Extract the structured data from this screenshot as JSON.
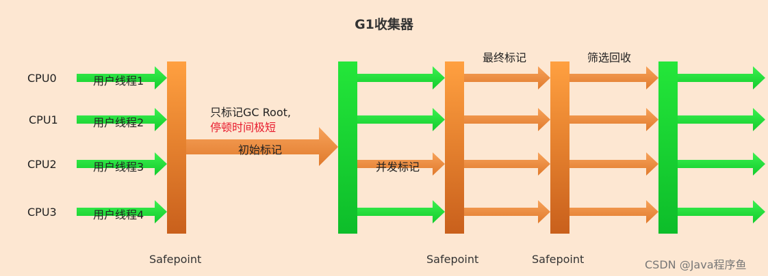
{
  "title": "G1收集器",
  "cpus": [
    "CPU0",
    "CPU1",
    "CPU2",
    "CPU3"
  ],
  "user_threads": [
    "用户线程1",
    "用户线程2",
    "用户线程3",
    "用户线程4"
  ],
  "initial_mark": {
    "note_line1": "只标记GC Root,",
    "note_line2": "停顿时间极短",
    "label": "初始标记"
  },
  "concurrent_mark": {
    "label": "并发标记"
  },
  "final_mark": {
    "label": "最终标记"
  },
  "cleanup": {
    "label": "筛选回收"
  },
  "safepoint_labels": [
    "Safepoint",
    "Safepoint",
    "Safepoint"
  ],
  "watermark": "CSDN @Java程序鱼",
  "colors": {
    "background": "#fde7d2",
    "green": "#1fdc3a",
    "orange": "#f08a2a",
    "red_text": "#e8192c"
  }
}
